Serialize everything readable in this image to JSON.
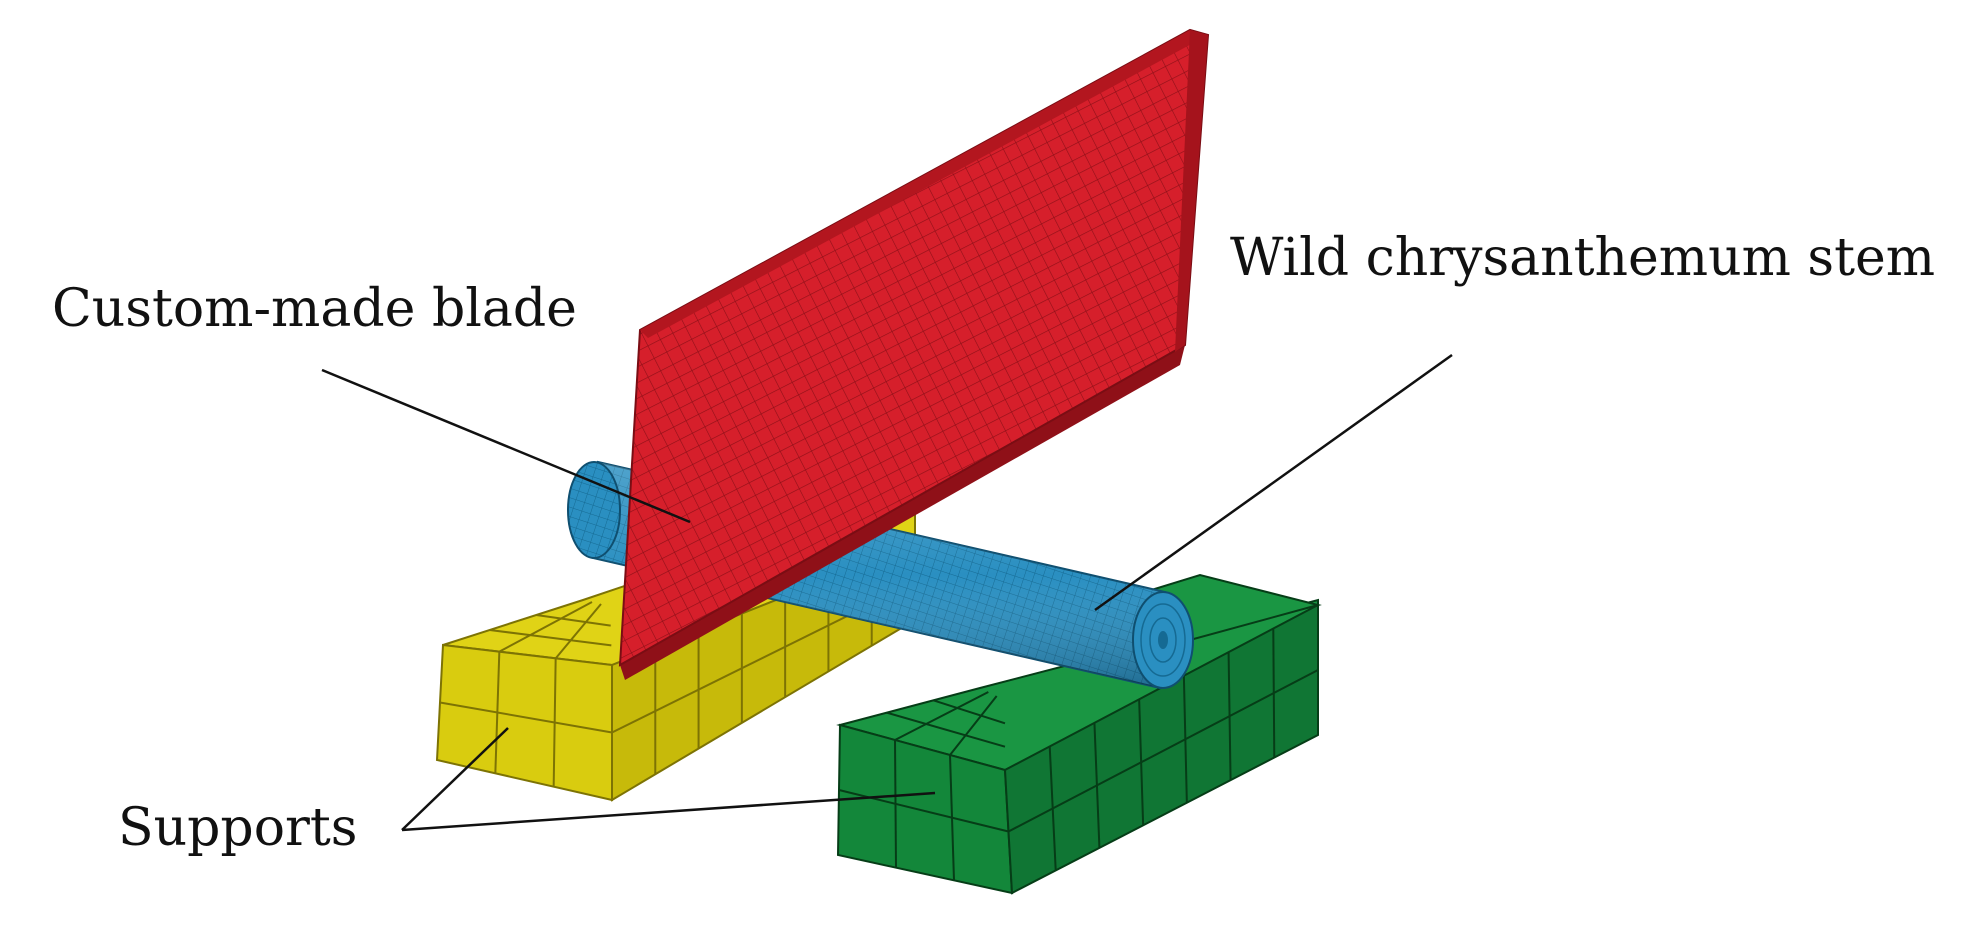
{
  "labels": {
    "blade": "Custom-made blade",
    "stem": "Wild chrysanthemum stem",
    "supports": "Supports"
  },
  "colors": {
    "blade": "#d61f2b",
    "blade_dark": "#8f1018",
    "stem": "#2a8fc1",
    "stem_dark": "#156a93",
    "support_yellow": "#d9cc0f",
    "support_yellow_dark": "#a79c06",
    "support_green": "#13873a",
    "support_green_dark": "#0c5f27",
    "leader_line": "#111111"
  }
}
